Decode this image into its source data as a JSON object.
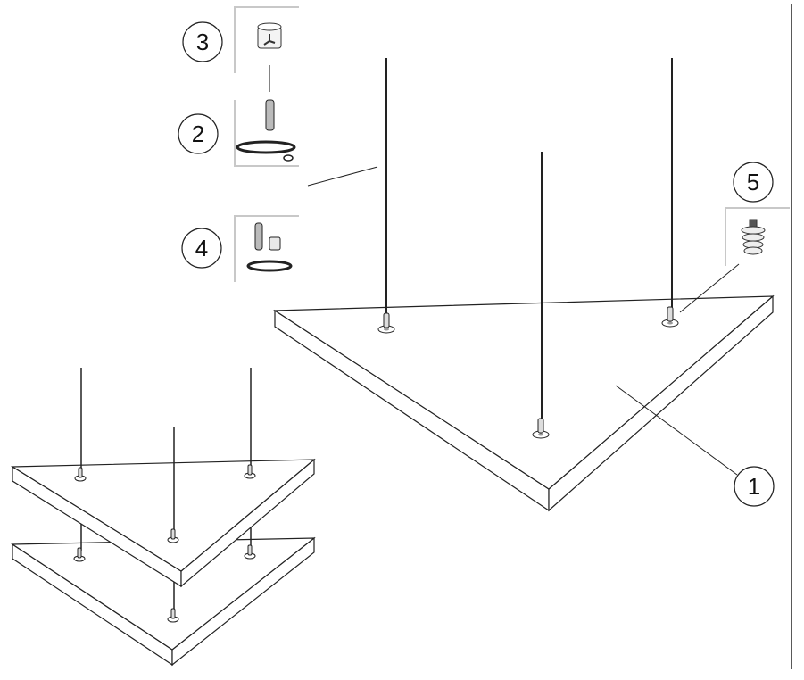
{
  "diagram": {
    "callouts": {
      "panel": "1",
      "cable_kit": "2",
      "ceiling_cap": "3",
      "cable_kit_alt": "4",
      "panel_anchor": "5"
    }
  },
  "colors": {
    "line": "#1a1a1a",
    "frame": "#c8c8c8",
    "panel": "#ffffff"
  }
}
